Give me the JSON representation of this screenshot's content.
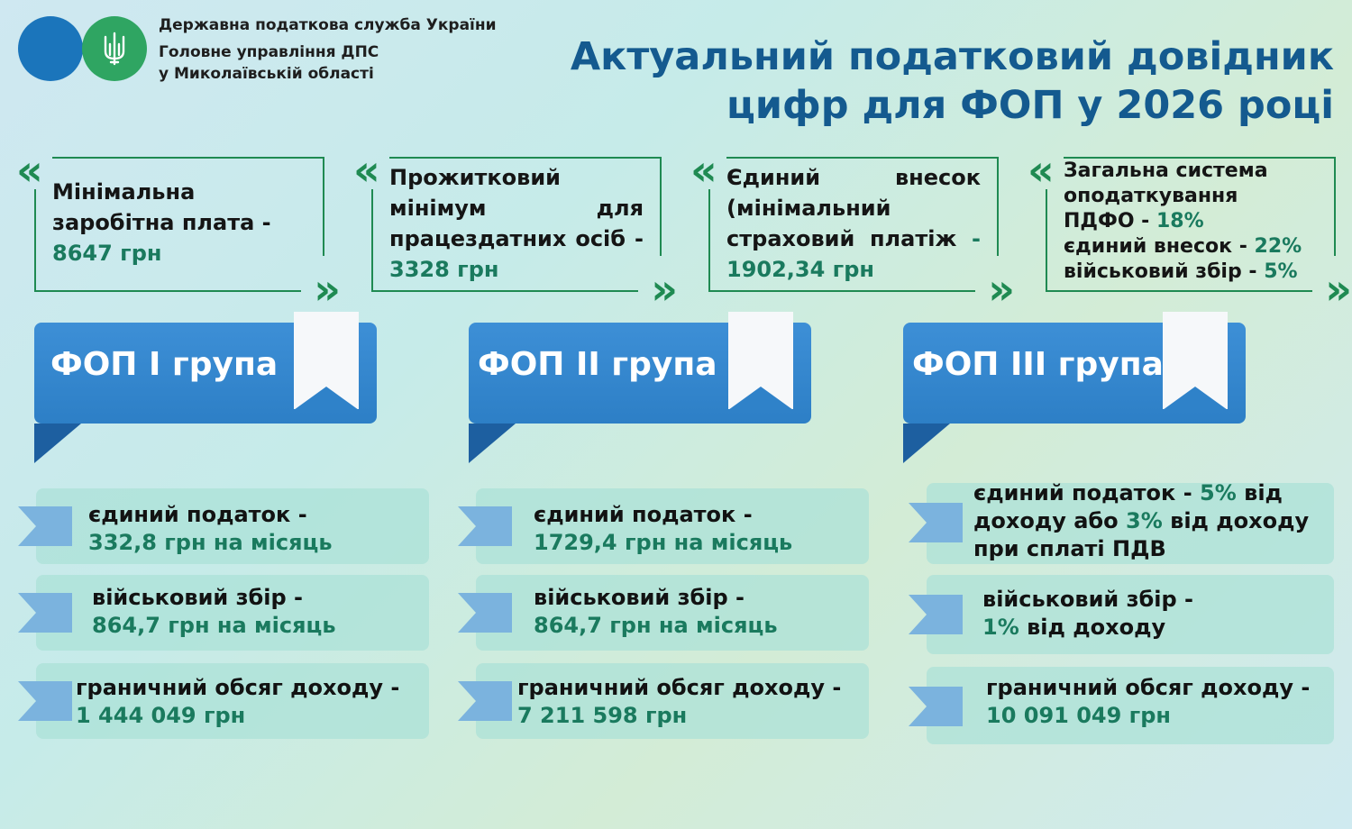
{
  "header": {
    "org_line1": "Державна податкова служба України",
    "org_line2": "Головне управління ДПС",
    "org_line3": "у Миколаївській області",
    "title_line1": "Актуальний податковий довідник",
    "title_line2": "цифр для ФОП у 2026 році"
  },
  "facts": {
    "min_wage": {
      "label": "Мінімальна заробітна плата -",
      "value": "8647 грн"
    },
    "subsistence": {
      "label": "Прожитковий мінімум для працездатних осіб -",
      "value": "3328 грн"
    },
    "esv": {
      "label": "Єдиний внесок (мінімальний страховий платіж",
      "value": "- 1902,34 грн"
    },
    "general": {
      "label": "Загальна система оподаткування",
      "pdfo_label": "ПДФО -",
      "pdfo_value": "18%",
      "esv_label": "єдиний внесок -",
      "esv_value": "22%",
      "mil_label": "військовий збір -",
      "mil_value": "5%"
    }
  },
  "groups": [
    {
      "title": "ФОП І група",
      "tax_label": "єдиний податок -",
      "tax_value": "332,8 грн на місяць",
      "mil_label": "військовий збір -",
      "mil_value": "864,7 грн на місяць",
      "limit_label": "граничний обсяг доходу -",
      "limit_value": "1 444 049 грн"
    },
    {
      "title": "ФОП ІІ група",
      "tax_label": "єдиний податок -",
      "tax_value": "1729,4 грн на місяць",
      "mil_label": "військовий збір -",
      "mil_value": "864,7 грн на місяць",
      "limit_label": "граничний обсяг доходу -",
      "limit_value": "7 211 598 грн"
    },
    {
      "title": "ФОП ІІІ група",
      "tax_a": "єдиний податок -",
      "tax_b": "5%",
      "tax_c": "від",
      "tax_d": "доходу або",
      "tax_e": "3%",
      "tax_f": "від доходу",
      "tax_g": "при сплаті ПДВ",
      "mil_label": "військовий збір -",
      "mil_value": "1%",
      "mil_rest": "від доходу",
      "limit_label": "граничний обсяг доходу -",
      "limit_value": "10 091 049 грн"
    }
  ],
  "colors": {
    "title": "#145a8f",
    "accent_green": "#1a7a5e",
    "ribbon": "#2f82c9"
  }
}
